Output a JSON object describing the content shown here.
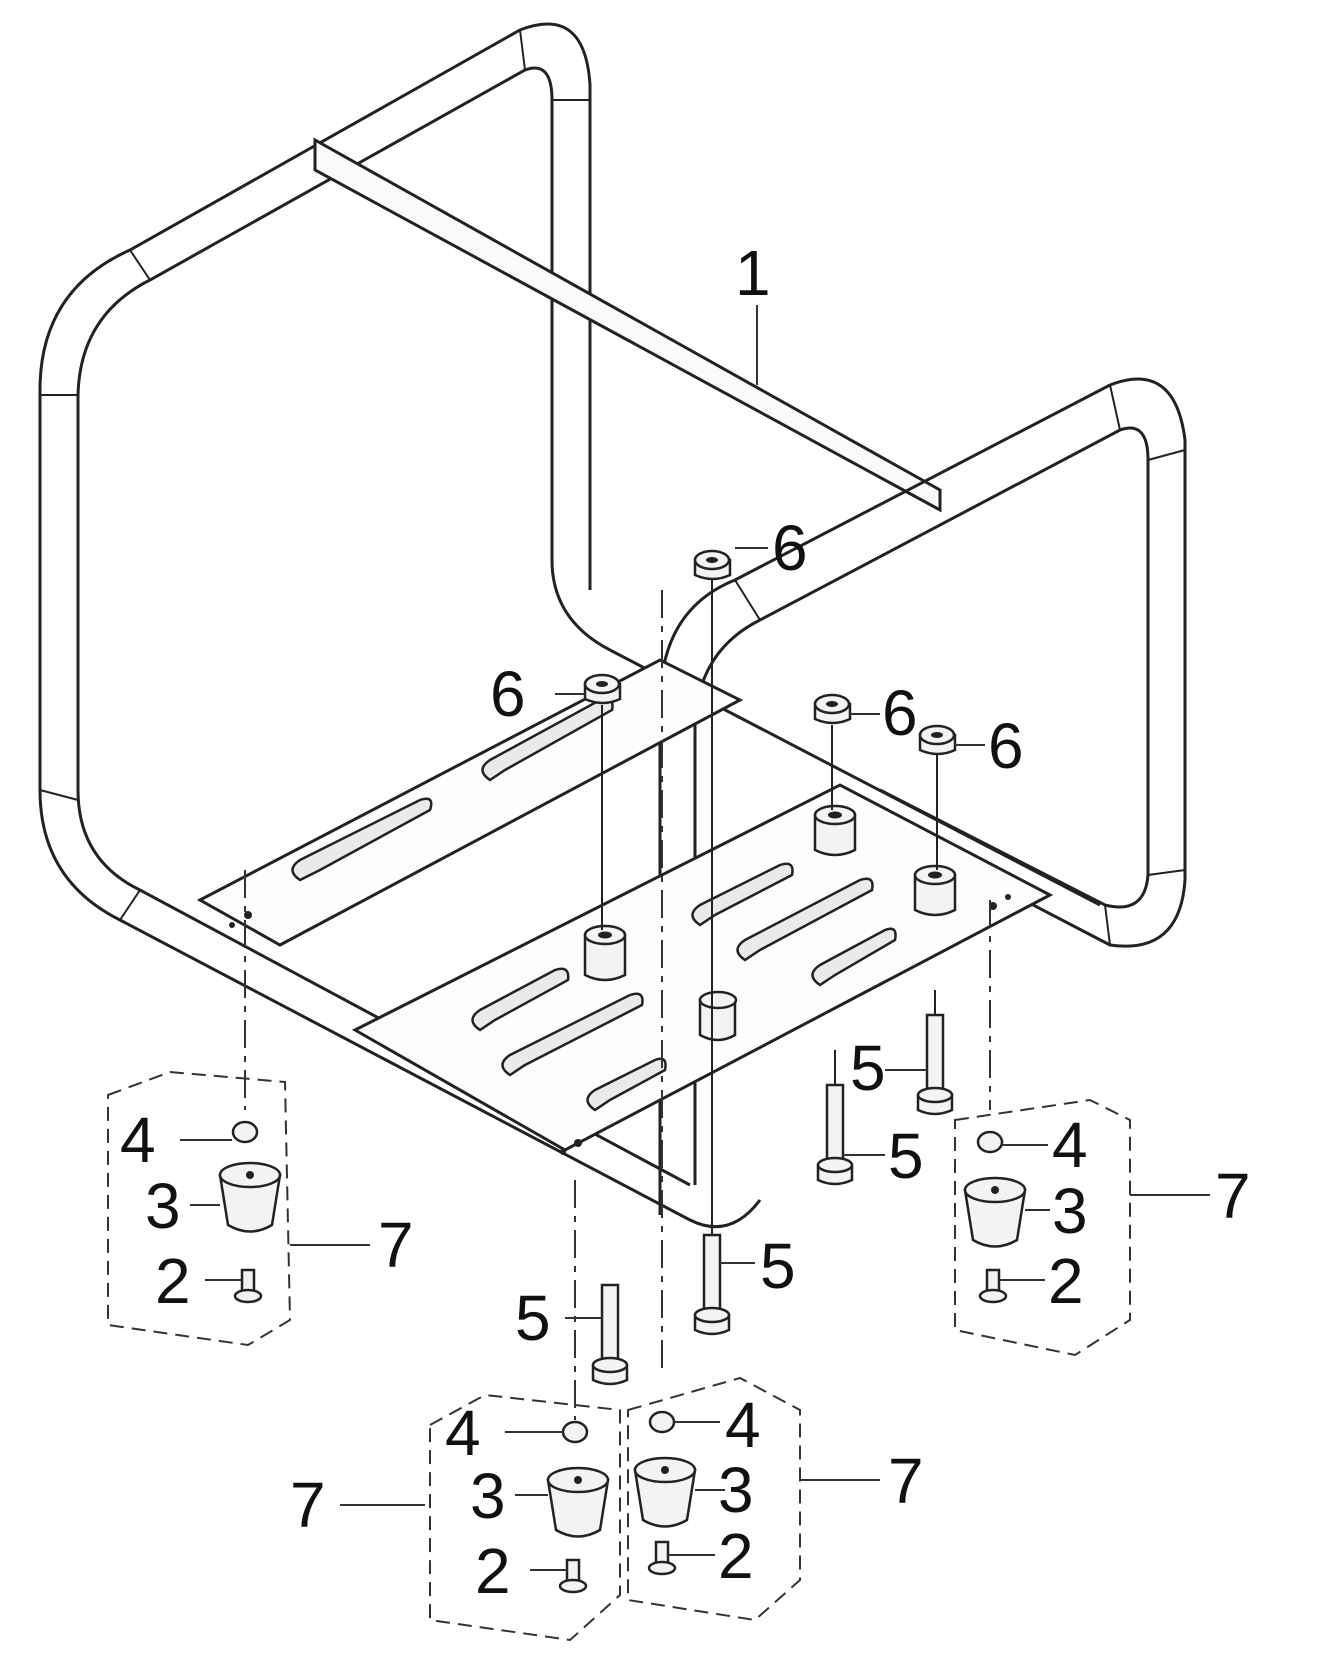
{
  "callouts": {
    "frame": "1",
    "screw": "2",
    "rubber_foot": "3",
    "washer": "4",
    "bolt": "5",
    "nut": "6",
    "foot_assembly": "7"
  },
  "colors": {
    "line": "#222222",
    "background": "#ffffff"
  }
}
